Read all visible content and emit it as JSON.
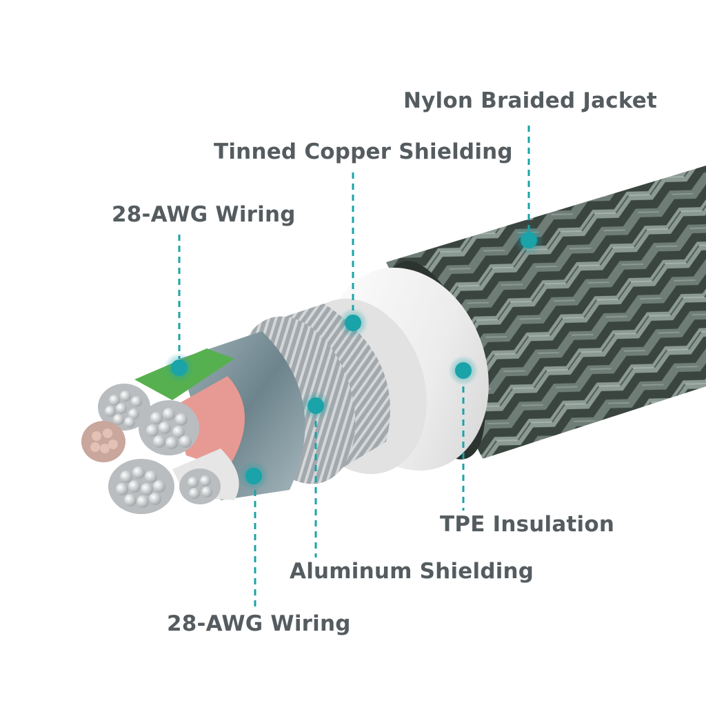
{
  "colors": {
    "label_text": "#555c60",
    "accent": "#1aa3a8",
    "braid_dark": "#3b4540",
    "braid_light": "#8c9a94",
    "insulation": "#f2f2f2",
    "copper_shield": "#9aa0a4",
    "aluminum": "#7f949c",
    "wire_green": "#57b04f",
    "wire_pink": "#e79a93",
    "wire_white": "#e6e6e6",
    "strand": "#c7cacc"
  },
  "labels": {
    "nylon_jacket": "Nylon Braided Jacket",
    "tinned_copper": "Tinned Copper Shielding",
    "awg_top": "28-AWG Wiring",
    "tpe_insulation": "TPE Insulation",
    "aluminum_shielding": "Aluminum Shielding",
    "awg_bottom": "28-AWG Wiring"
  }
}
